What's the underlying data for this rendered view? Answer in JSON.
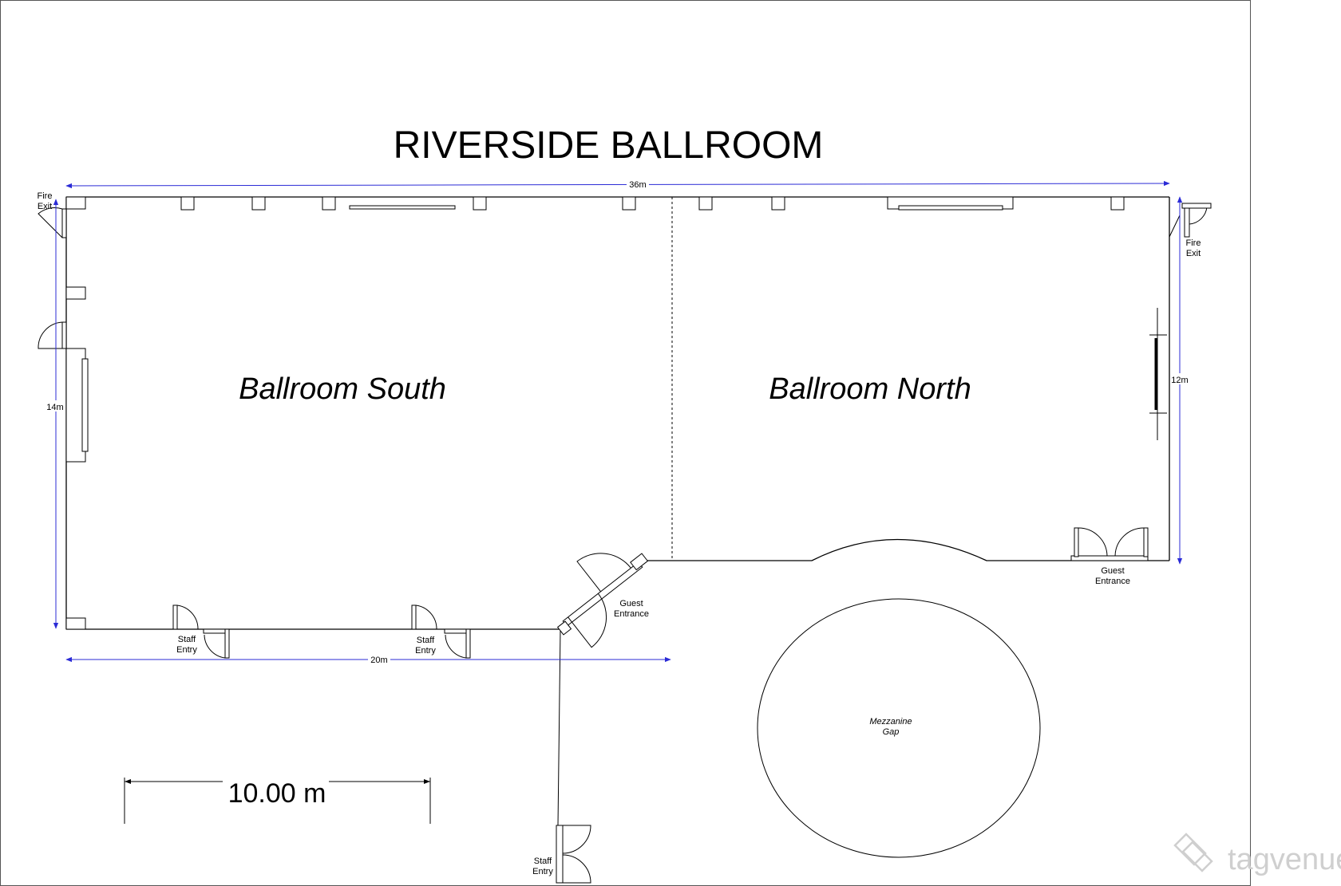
{
  "title": "RIVERSIDE BALLROOM",
  "rooms": {
    "south": "Ballroom South",
    "north": "Ballroom North"
  },
  "dimensions": {
    "top": "36m",
    "left": "14m",
    "right": "12m",
    "bottom": "20m"
  },
  "doors": {
    "fire_exit_left": [
      "Fire",
      "Exit"
    ],
    "fire_exit_right": [
      "Fire",
      "Exit"
    ],
    "staff_entry_1": [
      "Staff",
      "Entry"
    ],
    "staff_entry_2": [
      "Staff",
      "Entry"
    ],
    "staff_entry_3": [
      "Staff",
      "Entry"
    ],
    "guest_entrance_south": [
      "Guest",
      "Entrance"
    ],
    "guest_entrance_north": [
      "Guest",
      "Entrance"
    ]
  },
  "mezzanine": [
    "Mezzanine",
    "Gap"
  ],
  "scale_bar": "10.00 m",
  "watermark": "tagvenue",
  "colors": {
    "dimension_line": "#2b2bd6",
    "walls": "#000000"
  }
}
